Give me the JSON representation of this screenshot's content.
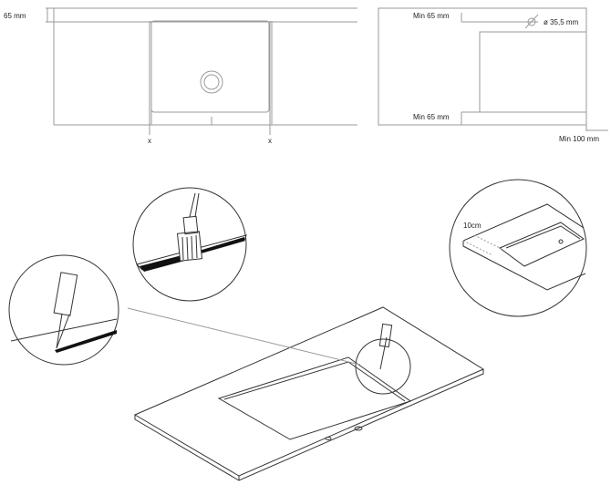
{
  "top_left_view": {
    "edge_dimension": "65 mm",
    "marker_left": "x",
    "marker_right": "x"
  },
  "top_right_view": {
    "top_clearance": "Min 65 mm",
    "hole_diameter": "ø 35,5 mm",
    "bottom_clearance": "Min 65 mm",
    "side_clearance": "Min 100 mm"
  },
  "detail_views": {
    "edge_distance": "10cm"
  }
}
